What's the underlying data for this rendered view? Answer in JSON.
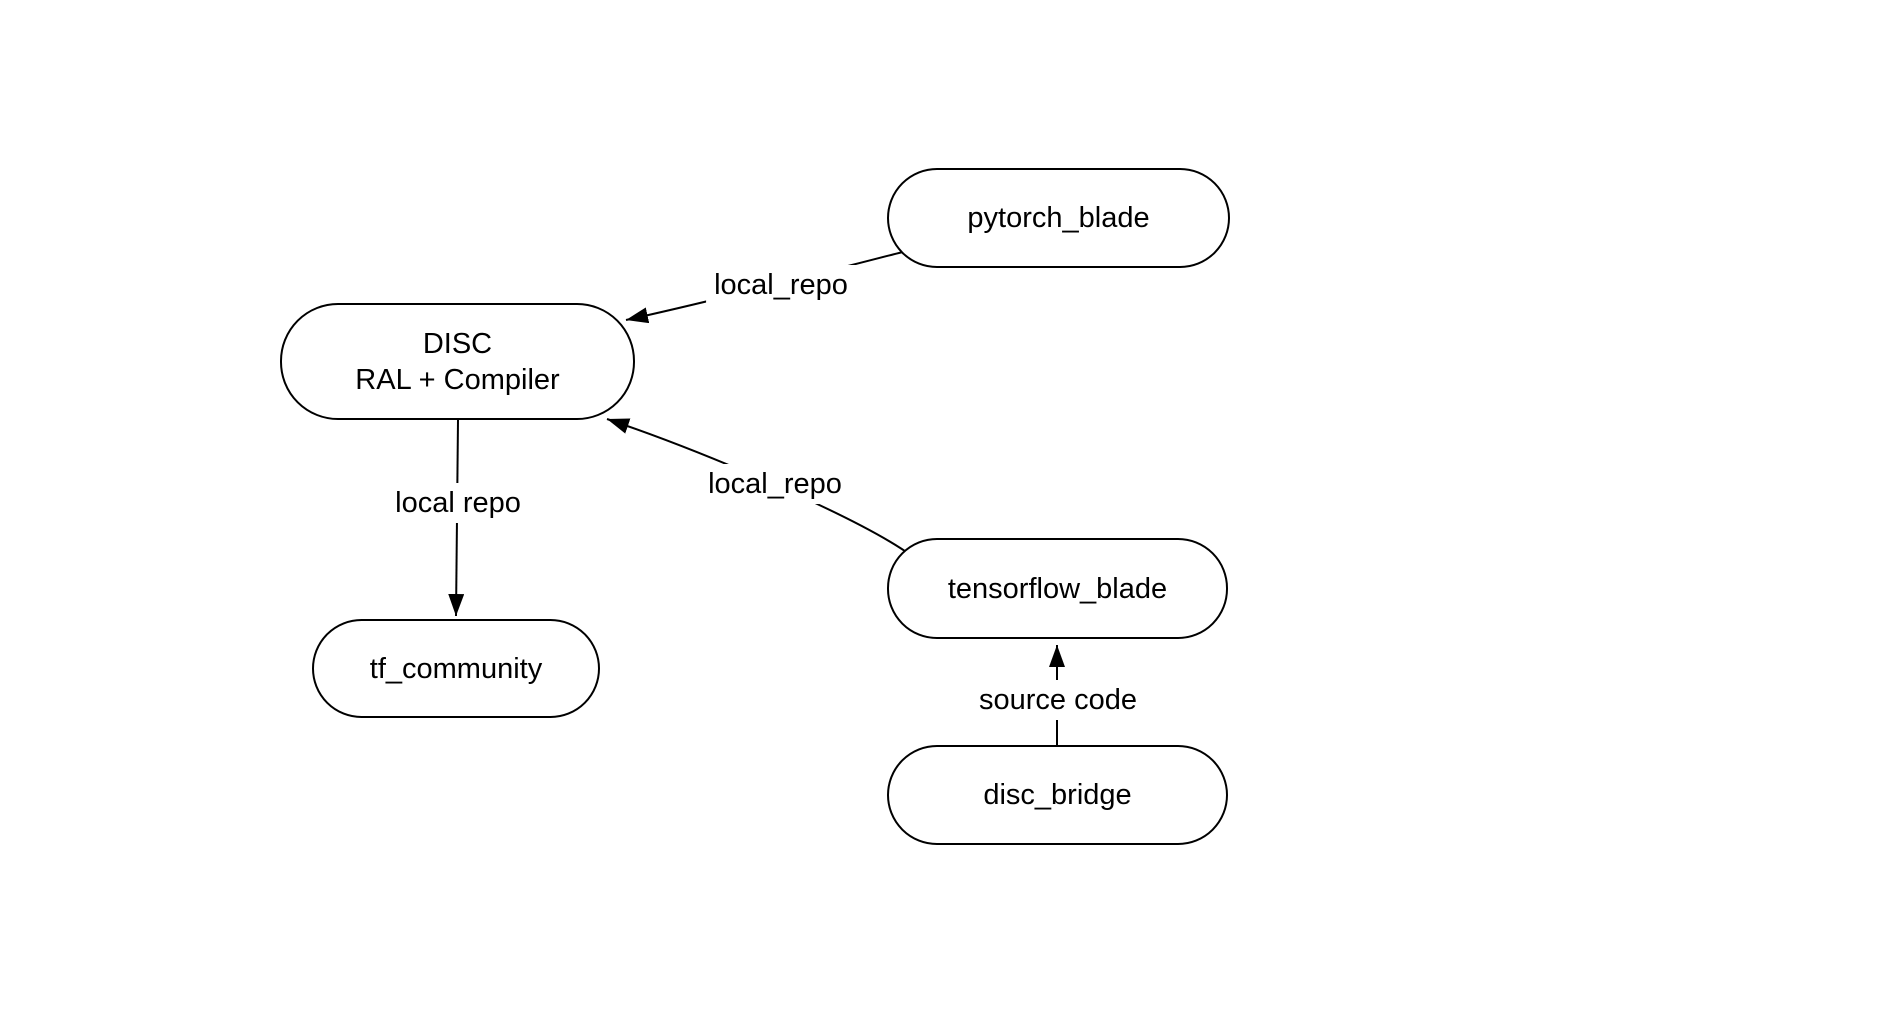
{
  "colors": {
    "background": "#ffffff",
    "node_fill": "#ffffff",
    "node_border": "#000000",
    "line": "#000000",
    "text": "#000000"
  },
  "diagram": {
    "nodes": [
      {
        "id": "pytorch_blade",
        "label": "pytorch_blade"
      },
      {
        "id": "disc",
        "lines": [
          "DISC",
          "RAL + Compiler"
        ]
      },
      {
        "id": "tf_community",
        "label": "tf_community"
      },
      {
        "id": "tensorflow_blade",
        "label": "tensorflow_blade"
      },
      {
        "id": "disc_bridge",
        "label": "disc_bridge"
      }
    ],
    "edges": [
      {
        "from": "pytorch_blade",
        "to": "disc",
        "label": "local_repo"
      },
      {
        "from": "tensorflow_blade",
        "to": "disc",
        "label": "local_repo"
      },
      {
        "from": "disc",
        "to": "tf_community",
        "label": "local repo"
      },
      {
        "from": "disc_bridge",
        "to": "tensorflow_blade",
        "label": "source code"
      }
    ]
  }
}
